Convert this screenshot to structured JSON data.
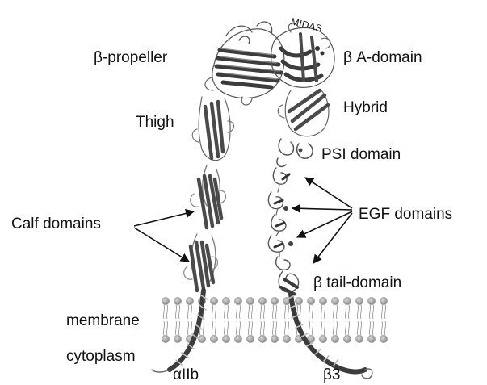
{
  "labels": {
    "beta_propeller": "β-propeller",
    "midas": "MIDAS",
    "beta_a_domain": "β A-domain",
    "thigh": "Thigh",
    "hybrid": "Hybrid",
    "psi_domain": "PSI domain",
    "calf_domains": "Calf domains",
    "egf_domains": "EGF domains",
    "beta_tail_domain": "β tail-domain",
    "membrane": "membrane",
    "cytoplasm": "cytoplasm",
    "alpha_iib": "αIIb",
    "beta3": "β3"
  },
  "colors": {
    "ribbon_dark": "#3c3c3c",
    "ribbon_mid": "#7a7a7a",
    "ribbon_light": "#b8b8b8",
    "lipid_head": "#9a9a9a",
    "arrow": "#111111"
  }
}
